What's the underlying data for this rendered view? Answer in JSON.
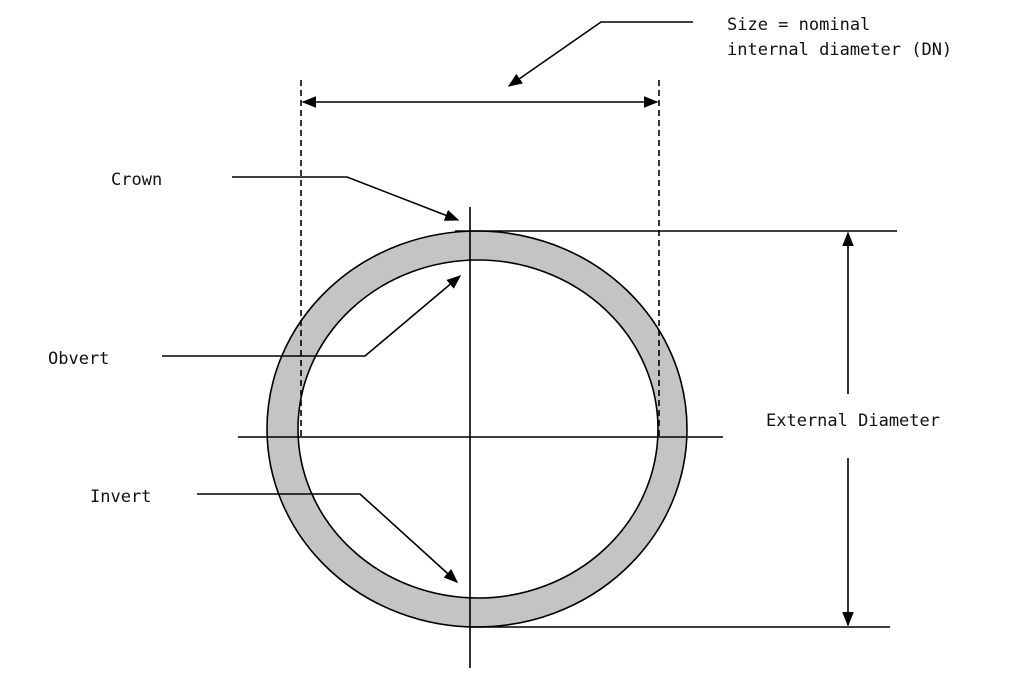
{
  "labels": {
    "size_line1": "Size = nominal",
    "size_line2": "internal diameter (DN)",
    "crown": "Crown",
    "obvert": "Obvert",
    "invert": "Invert",
    "external_diameter": "External Diameter"
  },
  "colors": {
    "line": "#000000",
    "pipe_wall": "#b0b0b0"
  }
}
